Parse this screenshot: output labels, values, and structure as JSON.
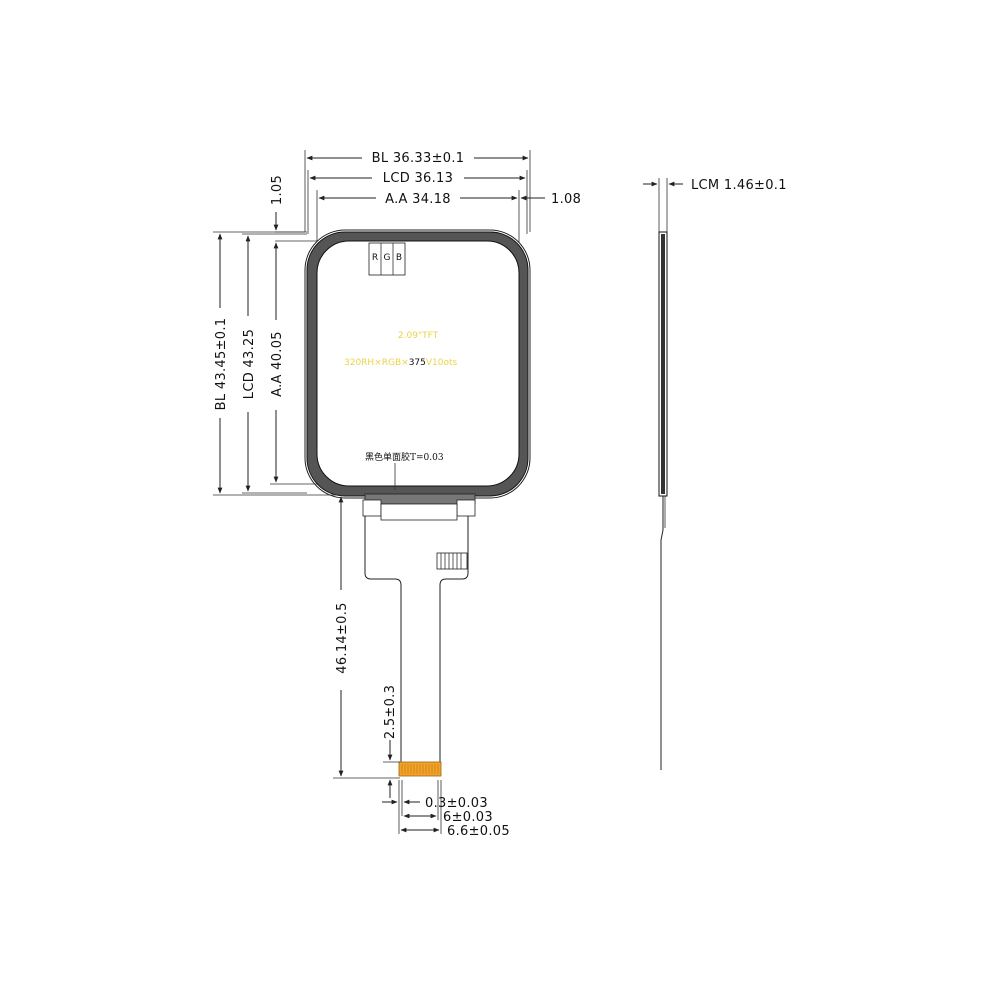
{
  "dimensions": {
    "bl_width": "BL  36.33±0.1",
    "lcd_width": "LCD  36.13",
    "aa_width": "A.A  34.18",
    "right_offset": "1.08",
    "top_offset": "1.05",
    "bl_height": "BL  43.45±0.1",
    "lcd_height": "LCD  43.25",
    "aa_height": "A.A  40.05",
    "fpc_length": "46.14±0.5",
    "connector_height": "2.5±0.3",
    "pin_pitch": "0.3±0.03",
    "pin_span": "6±0.03",
    "connector_width": "6.6±0.05",
    "lcm_thickness": "LCM  1.46±0.1"
  },
  "panel": {
    "rgb": [
      "R",
      "G",
      "B"
    ],
    "model_text": "2.09\"TFT",
    "resolution_prefix": "320RH×RGB×",
    "resolution_value": "375",
    "resolution_suffix": "V10ots",
    "tape_note": "黑色单面胶T=0.03"
  }
}
